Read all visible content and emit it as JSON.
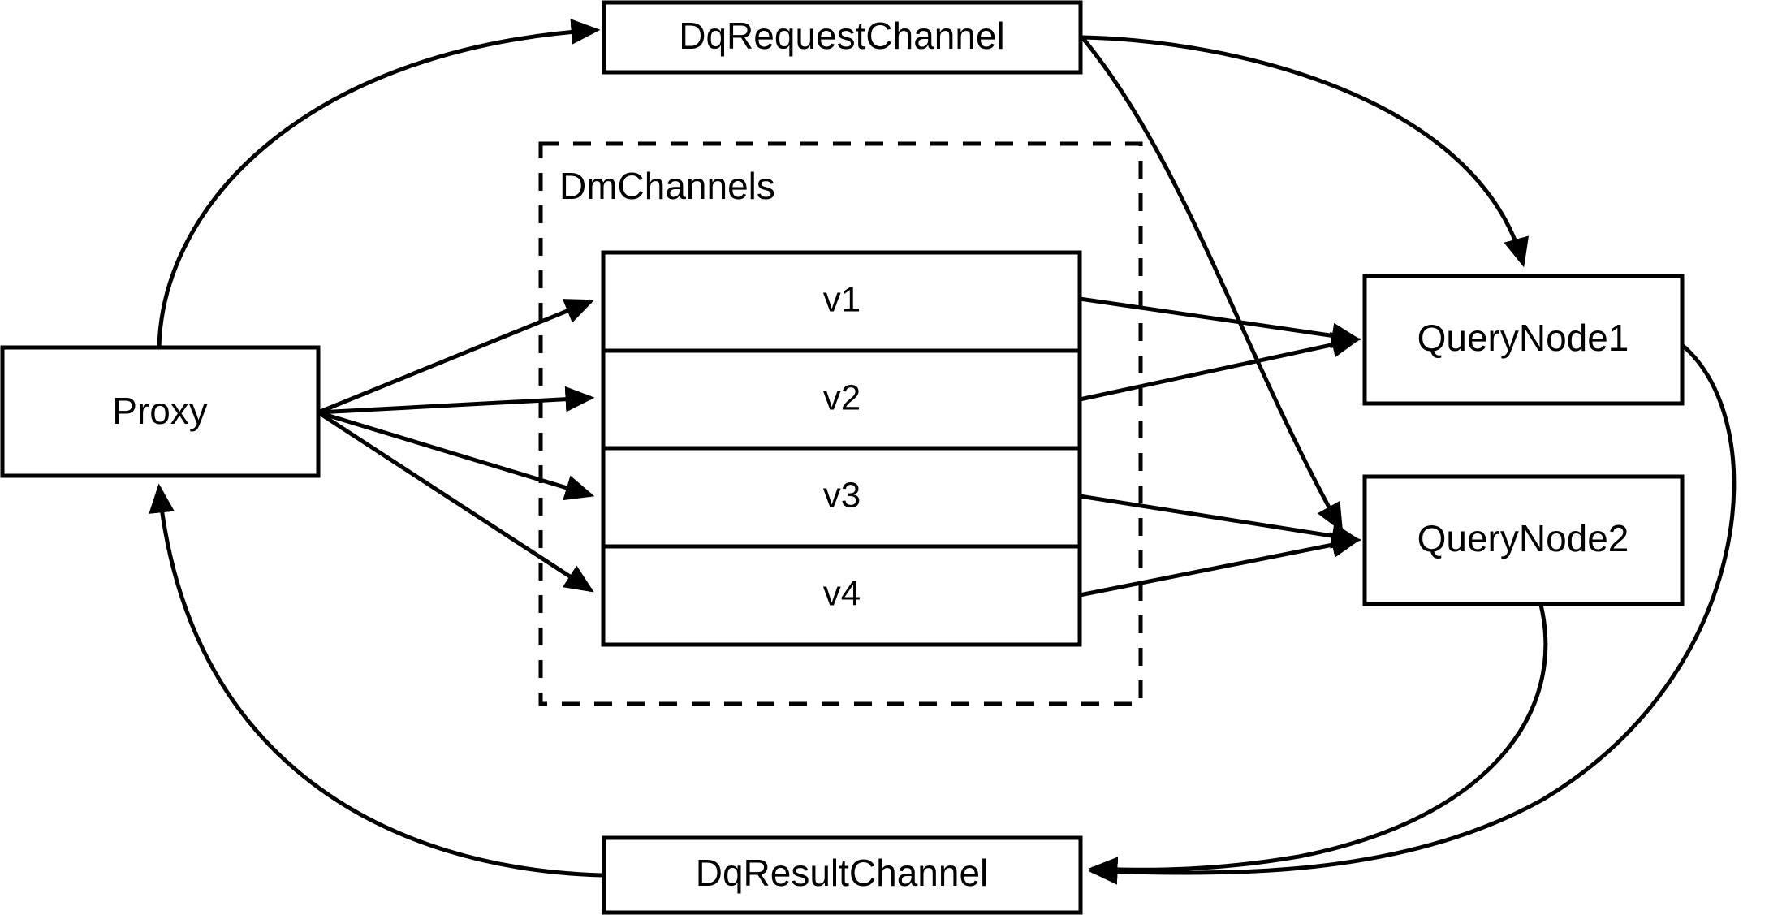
{
  "diagram": {
    "title": "Milvus query flow: Proxy, DqRequestChannel, DmChannels, QueryNodes, DqResultChannel",
    "colors": {
      "stroke": "#000000",
      "fill": "#ffffff",
      "background": "#ffffff"
    },
    "nodes": {
      "proxy": {
        "label": "Proxy"
      },
      "dq_request_channel": {
        "label": "DqRequestChannel"
      },
      "dq_result_channel": {
        "label": "DqResultChannel"
      },
      "query_node_1": {
        "label": "QueryNode1"
      },
      "query_node_2": {
        "label": "QueryNode2"
      },
      "dm_channels_group": {
        "label": "DmChannels"
      }
    },
    "dm_channels": [
      {
        "label": "v1"
      },
      {
        "label": "v2"
      },
      {
        "label": "v3"
      },
      {
        "label": "v4"
      }
    ],
    "edges": [
      {
        "from": "Proxy",
        "to": "DqRequestChannel",
        "style": "curved",
        "arrow": true
      },
      {
        "from": "Proxy",
        "to": "v1",
        "style": "straight",
        "arrow": true
      },
      {
        "from": "Proxy",
        "to": "v2",
        "style": "straight",
        "arrow": true
      },
      {
        "from": "Proxy",
        "to": "v3",
        "style": "straight",
        "arrow": true
      },
      {
        "from": "Proxy",
        "to": "v4",
        "style": "straight",
        "arrow": true
      },
      {
        "from": "DqRequestChannel",
        "to": "QueryNode1",
        "style": "curved",
        "arrow": true
      },
      {
        "from": "DqRequestChannel",
        "to": "QueryNode2",
        "style": "curved",
        "arrow": true
      },
      {
        "from": "v1",
        "to": "QueryNode1",
        "style": "straight",
        "arrow": true
      },
      {
        "from": "v2",
        "to": "QueryNode1",
        "style": "straight",
        "arrow": true
      },
      {
        "from": "v3",
        "to": "QueryNode2",
        "style": "straight",
        "arrow": true
      },
      {
        "from": "v4",
        "to": "QueryNode2",
        "style": "straight",
        "arrow": true
      },
      {
        "from": "QueryNode1",
        "to": "DqResultChannel",
        "style": "curved",
        "arrow": true
      },
      {
        "from": "QueryNode2",
        "to": "DqResultChannel",
        "style": "curved",
        "arrow": true
      },
      {
        "from": "DqResultChannel",
        "to": "Proxy",
        "style": "curved",
        "arrow": true
      }
    ]
  }
}
